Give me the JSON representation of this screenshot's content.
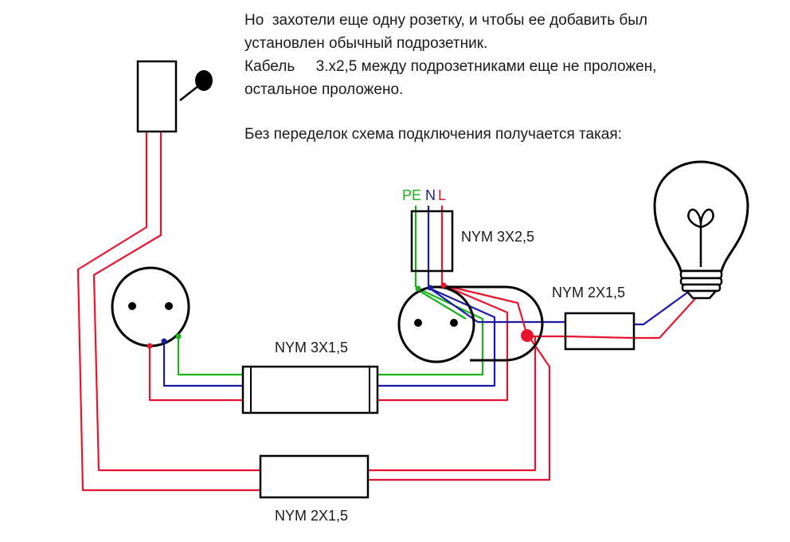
{
  "note": {
    "line1": "Но  захотели еще одну розетку, и чтобы ее добавить был",
    "line2": "установлен обычный подрозетник.",
    "line3": "Кабель     3.х2,5 между подрозетниками еще не проложен,",
    "line4": "остальное проложено.",
    "line5": "Без переделок схема подключения получается такая:"
  },
  "labels": {
    "pe": "PE",
    "n": "N",
    "l": "L",
    "cable_input": "NYM 3X2,5",
    "cable_sockets": "NYM 3X1,5",
    "cable_lamp": "NYM 2X1,5",
    "cable_switch": "NYM 2X1,5"
  },
  "colors": {
    "phase": "#e8142e",
    "neutral": "#1a1aa6",
    "ground": "#18b418",
    "outline": "#000000"
  },
  "icons": [
    "switch-icon",
    "socket-icon",
    "lamp-bulb-icon"
  ]
}
